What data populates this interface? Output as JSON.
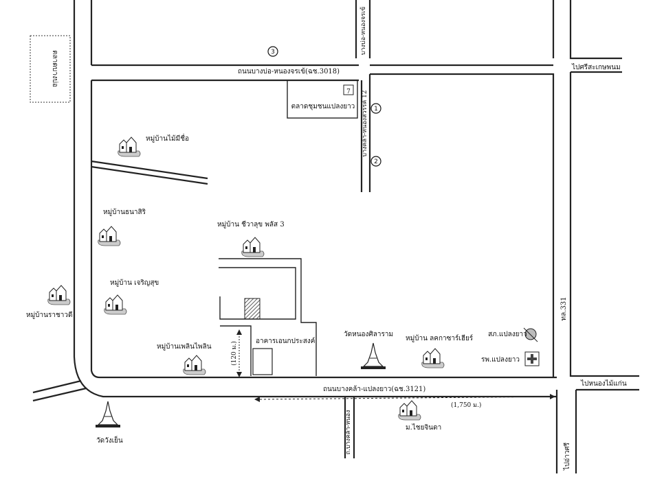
{
  "roads": {
    "top_road": "ถนนบางบ่อ-หนองจรเข้(ฉช.3018)",
    "bottom_road": "ถนนบางคล้า-แปลงยาว(ฉช.3121)",
    "right_highway": "ทล.331",
    "top_vertical": "บางบ่อ-หนองจรเข้",
    "middle_vertical": "บางคล้า-หนองสวรรค์ 12",
    "bottom_vertical": "ถ.บางคล้า-หนอง",
    "to_plaeng_yao_bottom": "ไปอ่าวศรี"
  },
  "directions": {
    "to_plueak_phuea": "ไปศรีสะเกษพนม",
    "to_nong_mai_kaen": "ไปหนองไม้แก่น"
  },
  "places": {
    "market_left": "ตลาดบางบ่อ",
    "community_market": "ตลาดชุมชนแปลงยาว",
    "village_no_name": "หมู่บ้านไม้มีชื่อ",
    "village_thanasiri": "หมู่บ้านธนาสิริ",
    "village_chiwaluk": "หมู่บ้าน ชีวาลุข พลัส 3",
    "village_charoensuk": "หมู่บ้าน เจริญสุข",
    "village_rachawadee": "หมู่บ้านราชาวดี",
    "village_phoenphai": "หมู่บ้านเพลินไพลิน",
    "building_prachasan": "อาคารเอนกประสงค์",
    "temple_sila": "วัดหนองศิลาราม",
    "village_lakhon": "หมู่บ้าน ลคกาซาร์เฮียร์",
    "police": "สภ.แปลงยาว",
    "hospital": "รพ.แปลงยาว",
    "temple_wang_yen": "วัดวังเย็น",
    "village_chaiyasin": "ม.ไชยจินดา"
  },
  "distances": {
    "dist_vertical": "(120 ม.)",
    "dist_horizontal": "(1,750 ม.)"
  },
  "markers": [
    "1",
    "2",
    "3"
  ]
}
